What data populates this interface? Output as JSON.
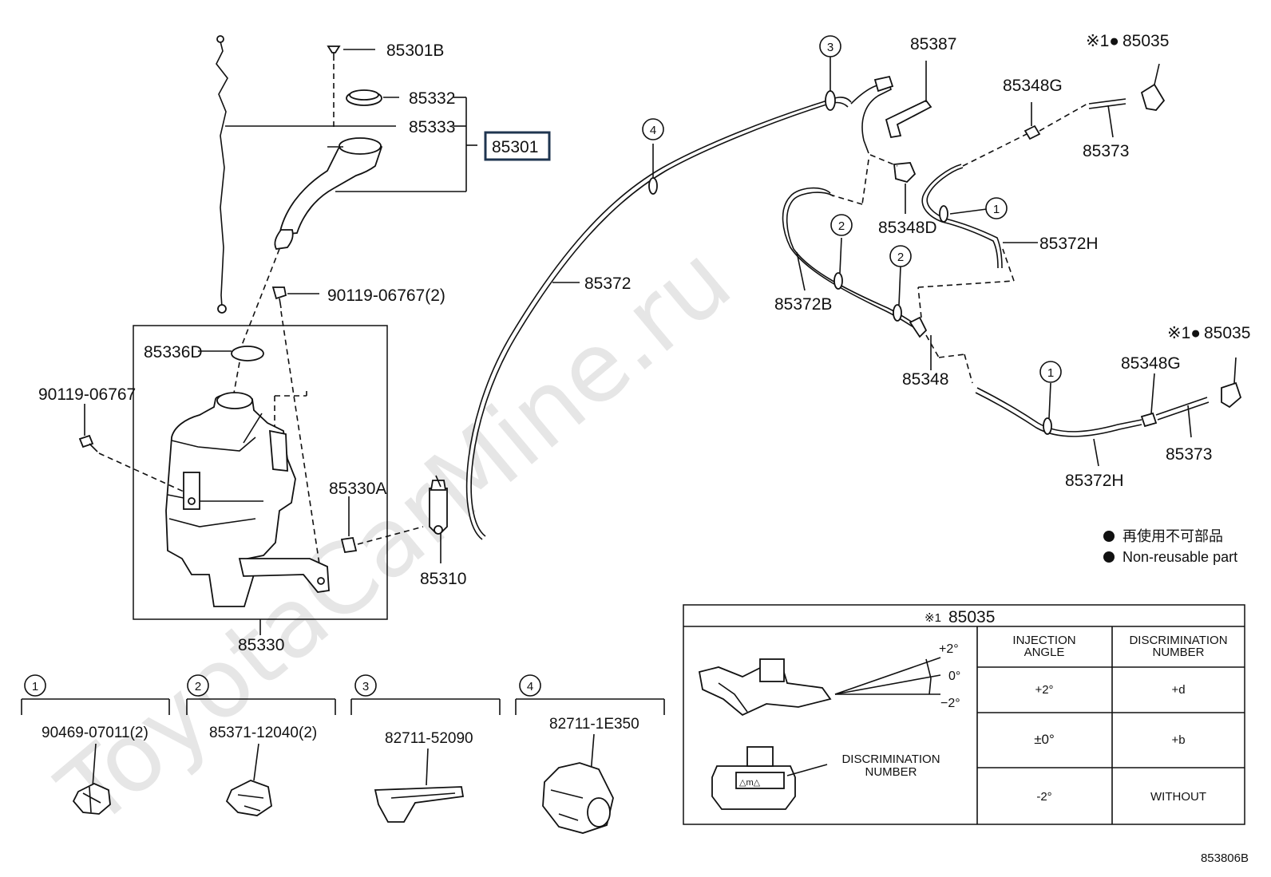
{
  "watermark": "ToyotaCarMine.ru",
  "parts": {
    "p85301B": "85301B",
    "p85332": "85332",
    "p85333": "85333",
    "p85301": "85301",
    "p90119_2": "90119-06767(2)",
    "p85336D": "85336D",
    "p90119": "90119-06767",
    "p85330A": "85330A",
    "p85330": "85330",
    "p85310": "85310",
    "p85372": "85372",
    "p85387": "85387",
    "p85348G_top": "85348G",
    "p85035_top": "85035",
    "p85373_top": "85373",
    "p85348D": "85348D",
    "p85372H_top": "85372H",
    "p85372B": "85372B",
    "p85348": "85348",
    "p85035_mid": "85035",
    "p85348G_mid": "85348G",
    "p85373_mid": "85373",
    "p85372H_mid": "85372H"
  },
  "note_marks": {
    "star1_top": "※1●",
    "star1_mid": "※1●"
  },
  "callouts": {
    "c1": "1",
    "c2": "2",
    "c3": "3",
    "c4": "4"
  },
  "legend": {
    "jp": "再使用不可部品",
    "en": "Non-reusable part"
  },
  "clip_groups": [
    {
      "num": "1",
      "part": "90469-07011(2)"
    },
    {
      "num": "2",
      "part": "85371-12040(2)"
    },
    {
      "num": "3",
      "part": "82711-52090"
    },
    {
      "num": "4",
      "part": "82711-1E350"
    }
  ],
  "table": {
    "title_mark": "※1",
    "title_part": "85035",
    "col1_line1": "INJECTION",
    "col1_line2": "ANGLE",
    "col2_line1": "DISCRIMINATION",
    "col2_line2": "NUMBER",
    "rows": [
      {
        "angle": "+2°",
        "number": "+d"
      },
      {
        "angle": "±0°",
        "number": "+b"
      },
      {
        "angle": "-2°",
        "number": "WITHOUT"
      }
    ],
    "angle_plus": "+2°",
    "angle_zero": "0°",
    "angle_minus": "−2°",
    "disc_line1": "DISCRIMINATION",
    "disc_line2": "NUMBER",
    "disc_code": "△m△"
  },
  "figure_code": "853806B"
}
